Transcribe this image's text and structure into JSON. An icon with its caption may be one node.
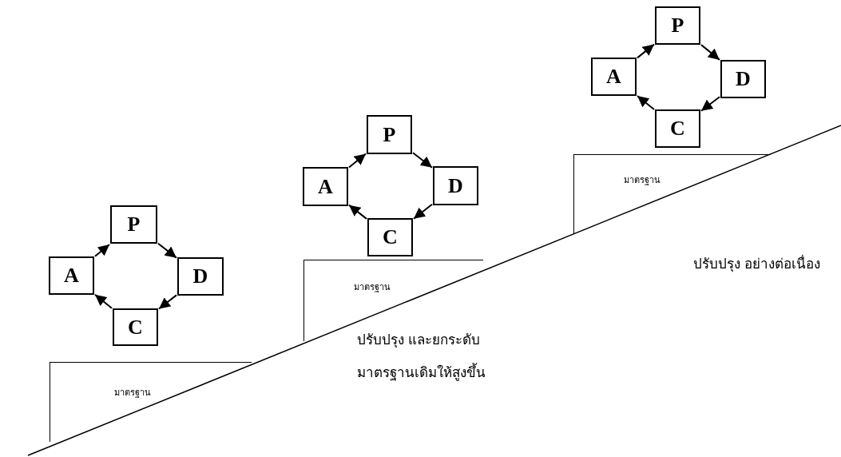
{
  "diagram": {
    "nodes": [
      {
        "text": [
          "P"
        ]
      },
      {
        "text": [
          "D"
        ]
      },
      {
        "text": [
          "C"
        ]
      },
      {
        "text": [
          "A"
        ]
      },
      {
        "text": [
          "มาตรฐาน"
        ]
      },
      {
        "text": [
          "P"
        ]
      },
      {
        "text": [
          "D"
        ]
      },
      {
        "text": [
          "C"
        ]
      },
      {
        "text": [
          "A"
        ]
      },
      {
        "text": [
          "มาตรฐาน"
        ]
      },
      {
        "text": [
          "P"
        ]
      },
      {
        "text": [
          "D"
        ]
      },
      {
        "text": [
          "C"
        ]
      },
      {
        "text": [
          "A"
        ]
      },
      {
        "text": [
          "มาตรฐาน"
        ]
      }
    ],
    "edges": [
      {
        "from": 0,
        "to": 1,
        "arrow": "to"
      },
      {
        "from": 1,
        "to": 2,
        "arrow": "to"
      },
      {
        "from": 2,
        "to": 3,
        "arrow": "to"
      },
      {
        "from": 3,
        "to": 0,
        "arrow": "to"
      },
      {
        "from": 5,
        "to": 6,
        "arrow": "to"
      },
      {
        "from": 6,
        "to": 7,
        "arrow": "to"
      },
      {
        "from": 7,
        "to": 8,
        "arrow": "to"
      },
      {
        "from": 8,
        "to": 5,
        "arrow": "to"
      },
      {
        "from": 10,
        "to": 11,
        "arrow": "to"
      },
      {
        "from": 11,
        "to": 12,
        "arrow": "to"
      },
      {
        "from": 12,
        "to": 13,
        "arrow": "to"
      },
      {
        "from": 13,
        "to": 10,
        "arrow": "to"
      }
    ],
    "labels": [
      "ปรับปรุง และยกระดับ มาตรฐานเดิมให้สูงขึ้น",
      "ปรับปรุง อย่างต่อเนื่อง"
    ]
  }
}
